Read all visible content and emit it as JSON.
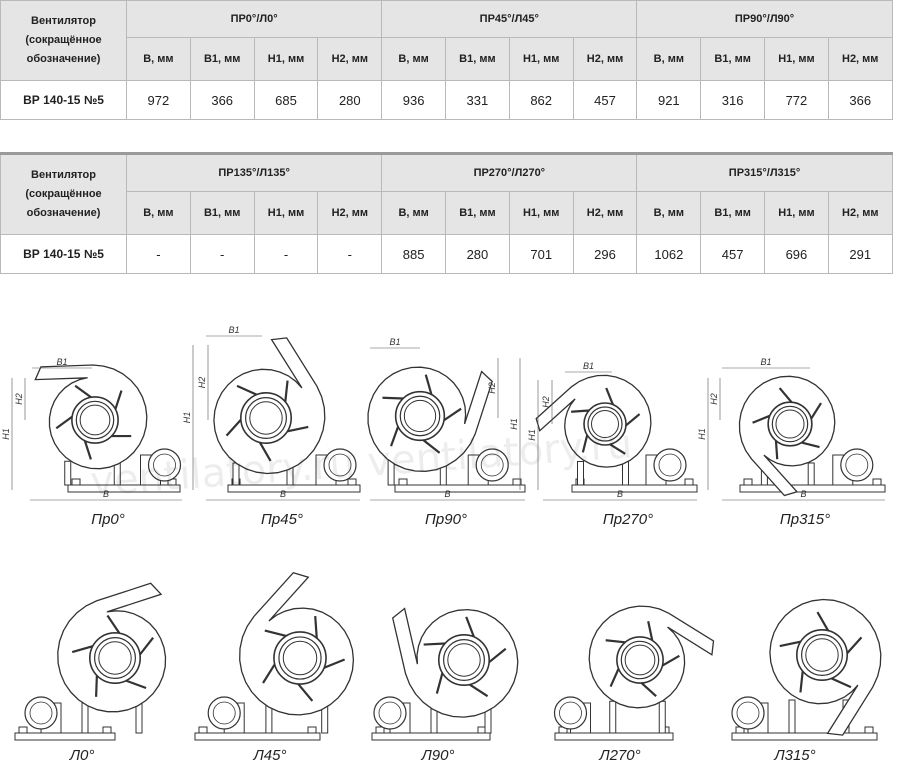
{
  "table1": {
    "head_first": [
      "Вентилятор",
      "(сокращённое",
      "обозначение)"
    ],
    "groups": [
      "ПР0°/Л0°",
      "ПР45°/Л45°",
      "ПР90°/Л90°"
    ],
    "cols": [
      "В, мм",
      "В1, мм",
      "Н1, мм",
      "Н2, мм",
      "В, мм",
      "В1, мм",
      "Н1, мм",
      "Н2, мм",
      "В, мм",
      "В1, мм",
      "Н1, мм",
      "Н2, мм"
    ],
    "row_label": "ВР 140-15 №5",
    "values": [
      "972",
      "366",
      "685",
      "280",
      "936",
      "331",
      "862",
      "457",
      "921",
      "316",
      "772",
      "366"
    ]
  },
  "table2": {
    "head_first": [
      "Вентилятор",
      "(сокращённое",
      "обозначение)"
    ],
    "groups": [
      "ПР135°/Л135°",
      "ПР270°/Л270°",
      "ПР315°/Л315°"
    ],
    "cols": [
      "В, мм",
      "В1, мм",
      "Н1, мм",
      "Н2, мм",
      "В, мм",
      "В1, мм",
      "Н1, мм",
      "Н2, мм",
      "В, мм",
      "В1, мм",
      "Н1, мм",
      "Н2, мм"
    ],
    "row_label": "ВР 140-15 №5",
    "values": [
      "-",
      "-",
      "-",
      "-",
      "885",
      "280",
      "701",
      "296",
      "1062",
      "457",
      "696",
      "291"
    ]
  },
  "dim_labels": {
    "b": "B",
    "b1": "B1",
    "h1": "H1",
    "h2": "H2"
  },
  "right_captions": [
    "Пр0°",
    "Пр45°",
    "Пр90°",
    "Пр270°",
    "Пр315°"
  ],
  "left_captions": [
    "Л0°",
    "Л45°",
    "Л90°",
    "Л270°",
    "Л315°"
  ],
  "watermark": "ventilatory.ru  ventilatory.ru"
}
